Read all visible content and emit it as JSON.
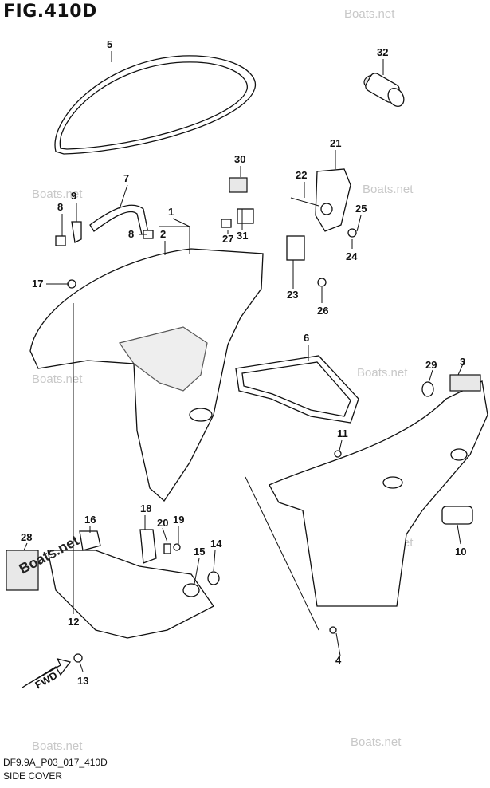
{
  "figure": {
    "title": "FIG.410D",
    "code": "DF9.9A_P03_017_410D",
    "subtitle": "SIDE COVER"
  },
  "callouts": [
    "5",
    "32",
    "21",
    "30",
    "22",
    "9",
    "7",
    "1",
    "8",
    "25",
    "8",
    "2",
    "27",
    "31",
    "24",
    "17",
    "23",
    "26",
    "6",
    "3",
    "29",
    "11",
    "10",
    "16",
    "18",
    "20",
    "19",
    "28",
    "15",
    "14",
    "12",
    "4",
    "13"
  ],
  "labels": {
    "fwd": "FWD",
    "watermark": "Boats.net",
    "watermark_prominent": "Boats.net"
  }
}
